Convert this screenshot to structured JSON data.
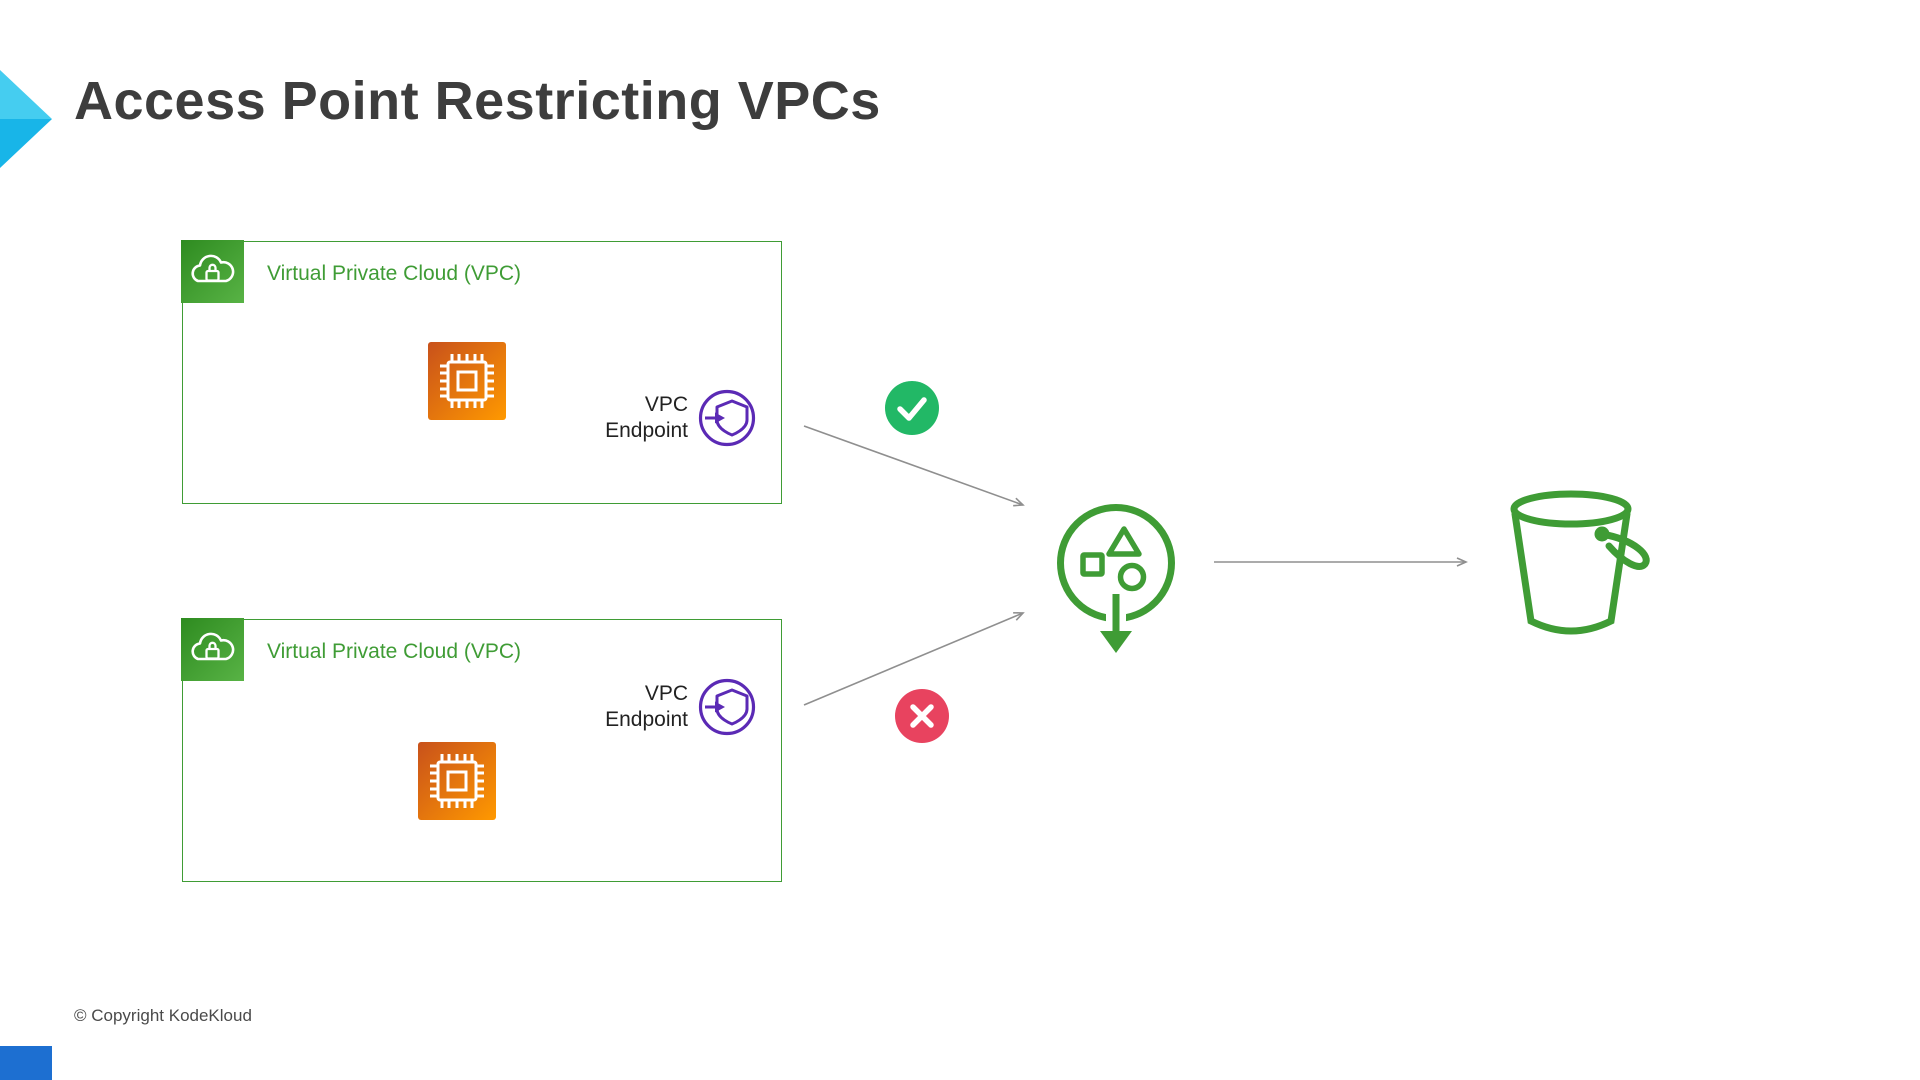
{
  "slide": {
    "title": "Access Point Restricting VPCs",
    "footer": "© Copyright KodeKloud"
  },
  "colors": {
    "diagram_green": "#3f9c35",
    "vpc_icon_gradient_start": "#2e8b20",
    "vpc_icon_gradient_end": "#58b345",
    "compute_gradient_start": "#c8511b",
    "compute_gradient_end": "#ff9900",
    "endpoint_purple": "#5b2ab5",
    "allowed_green": "#22b866",
    "denied_red": "#e8435f",
    "arrow_gray": "#8f8f8f",
    "brand_cyan_light": "#45cdf0",
    "brand_cyan_dark": "#18b5e8",
    "brand_blue": "#1d6fd1",
    "title_gray": "#3d3d3d"
  },
  "icons": {
    "brand": "kodekloud-chevron-icon",
    "vpc_corner": "vpc-cloud-lock-icon",
    "compute": "ec2-instance-icon",
    "endpoint": "vpc-endpoint-icon",
    "allowed": "check-icon",
    "denied": "cross-icon",
    "access_point": "s3-access-point-icon",
    "bucket": "s3-bucket-icon"
  },
  "vpcs": [
    {
      "label": "Virtual Private Cloud (VPC)",
      "endpoint_line1": "VPC",
      "endpoint_line2": "Endpoint"
    },
    {
      "label": "Virtual Private Cloud (VPC)",
      "endpoint_line1": "VPC",
      "endpoint_line2": "Endpoint"
    }
  ]
}
